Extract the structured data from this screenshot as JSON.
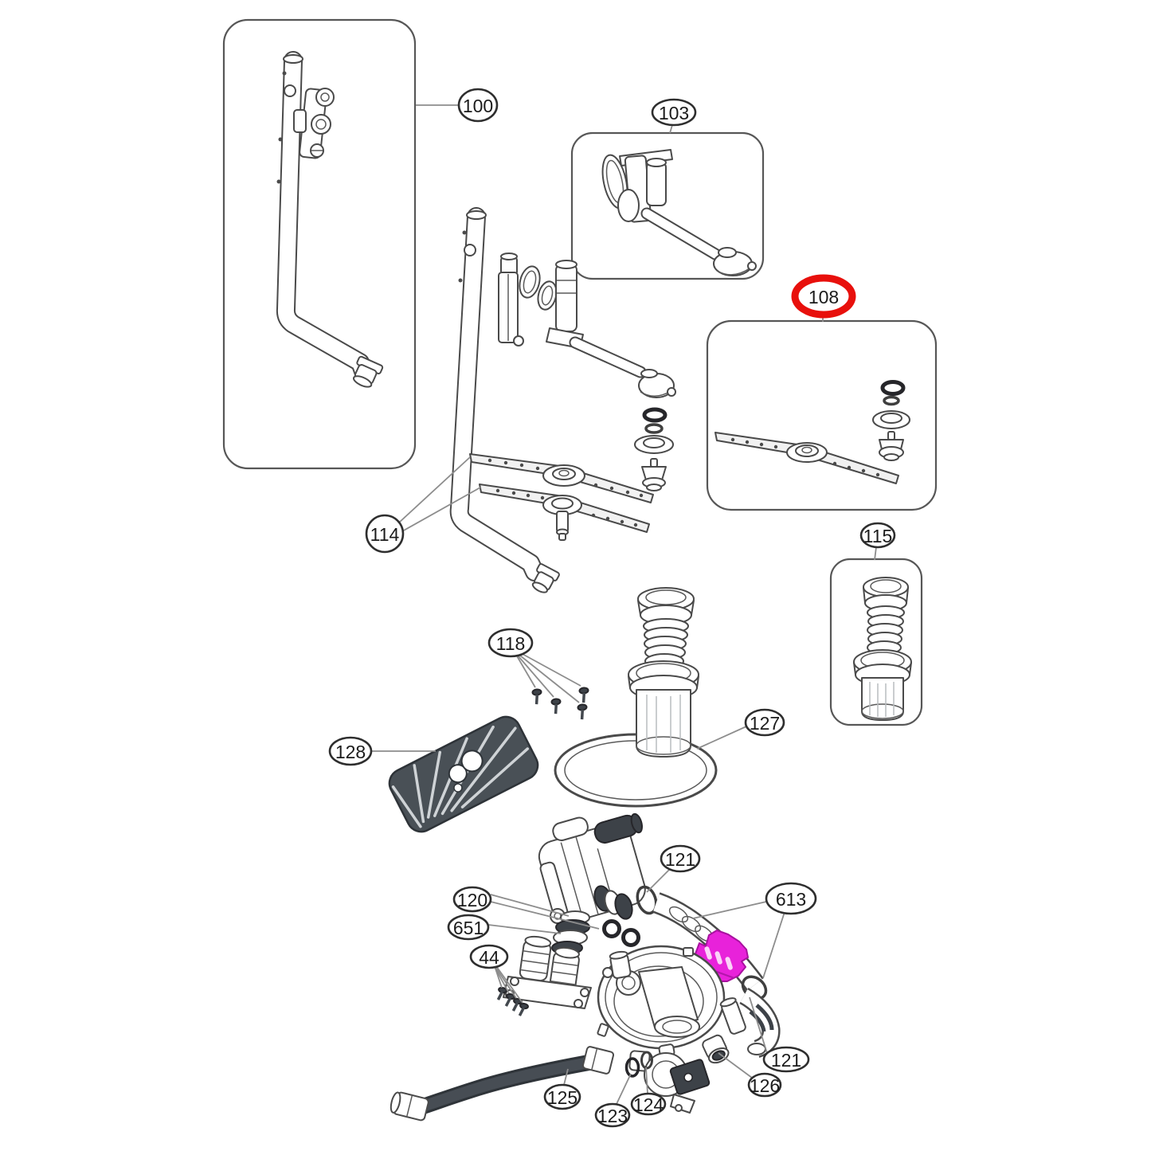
{
  "diagram": {
    "kind": "exploded-parts-diagram",
    "highlight_color": "#e8100c",
    "selected_part_color": "#e822da",
    "line_color": "#4a4a4a"
  },
  "callouts": [
    {
      "id": "100",
      "label": "100",
      "highlighted": false
    },
    {
      "id": "103",
      "label": "103",
      "highlighted": false
    },
    {
      "id": "108",
      "label": "108",
      "highlighted": true
    },
    {
      "id": "114",
      "label": "114",
      "highlighted": false
    },
    {
      "id": "115",
      "label": "115",
      "highlighted": false
    },
    {
      "id": "118",
      "label": "118",
      "highlighted": false
    },
    {
      "id": "127",
      "label": "127",
      "highlighted": false
    },
    {
      "id": "128",
      "label": "128",
      "highlighted": false
    },
    {
      "id": "120",
      "label": "120",
      "highlighted": false
    },
    {
      "id": "651",
      "label": "651",
      "highlighted": false
    },
    {
      "id": "44",
      "label": "44",
      "highlighted": false
    },
    {
      "id": "121a",
      "label": "121",
      "highlighted": false
    },
    {
      "id": "613",
      "label": "613",
      "highlighted": false
    },
    {
      "id": "121b",
      "label": "121",
      "highlighted": false
    },
    {
      "id": "126",
      "label": "126",
      "highlighted": false
    },
    {
      "id": "124",
      "label": "124",
      "highlighted": false
    },
    {
      "id": "123",
      "label": "123",
      "highlighted": false
    },
    {
      "id": "125",
      "label": "125",
      "highlighted": false
    }
  ]
}
